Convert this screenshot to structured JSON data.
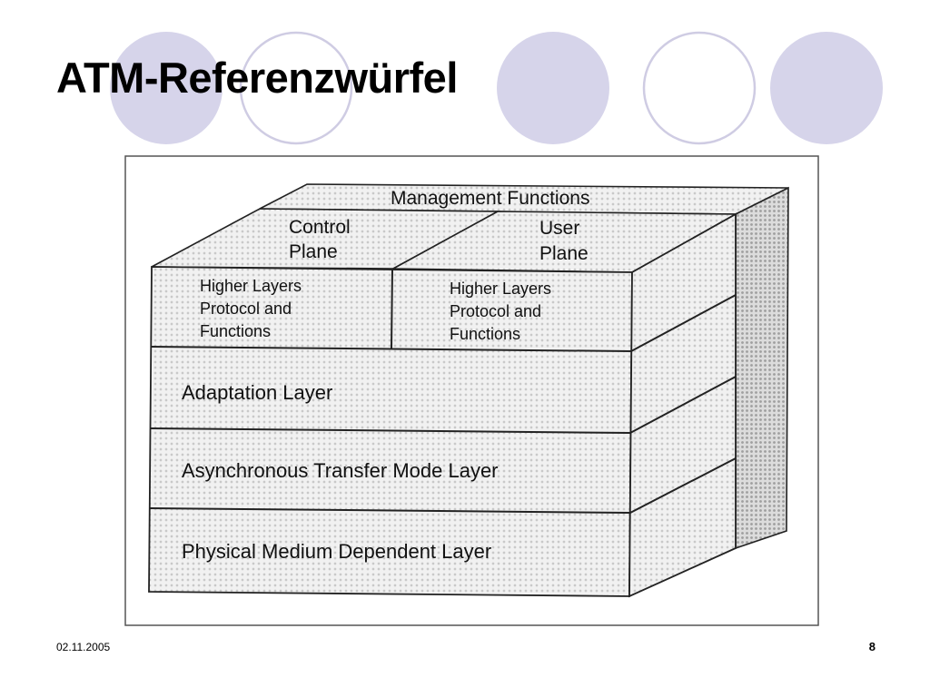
{
  "slide": {
    "title": "ATM-Referenzwürfel",
    "date": "02.11.2005",
    "page_number": "8"
  },
  "colors": {
    "circle_filled": "#d6d4ea",
    "circle_outline": "#cfcce3",
    "diagram_fill": "#ecebeb",
    "diagram_stroke": "#222222"
  },
  "diagram": {
    "management": "Management Functions",
    "control_plane": [
      "Control",
      "Plane"
    ],
    "user_plane": [
      "User",
      "Plane"
    ],
    "higher_layers_control": [
      "Higher Layers",
      "Protocol and",
      "Functions"
    ],
    "higher_layers_user": [
      "Higher Layers",
      "Protocol and",
      "Functions"
    ],
    "adaptation_layer": "Adaptation Layer",
    "atm_layer": "Asynchronous Transfer Mode Layer",
    "pmd_layer": "Physical Medium Dependent Layer"
  }
}
